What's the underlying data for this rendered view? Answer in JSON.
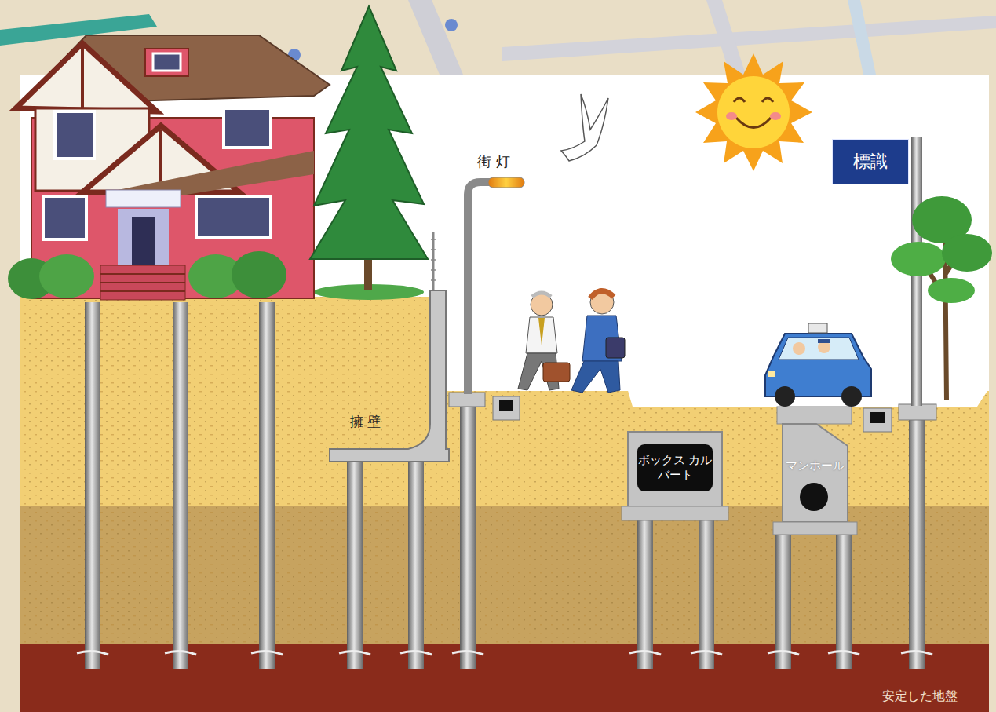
{
  "diagram": {
    "nodes": [
      {
        "text": [
          "標識"
        ]
      },
      {
        "text": [
          "ボックス カルバート"
        ]
      },
      {
        "text": [
          "マンホール"
        ]
      },
      {
        "text": [
          "安定した地盤"
        ]
      }
    ],
    "labels": [
      "街 灯",
      "擁 壁"
    ]
  }
}
